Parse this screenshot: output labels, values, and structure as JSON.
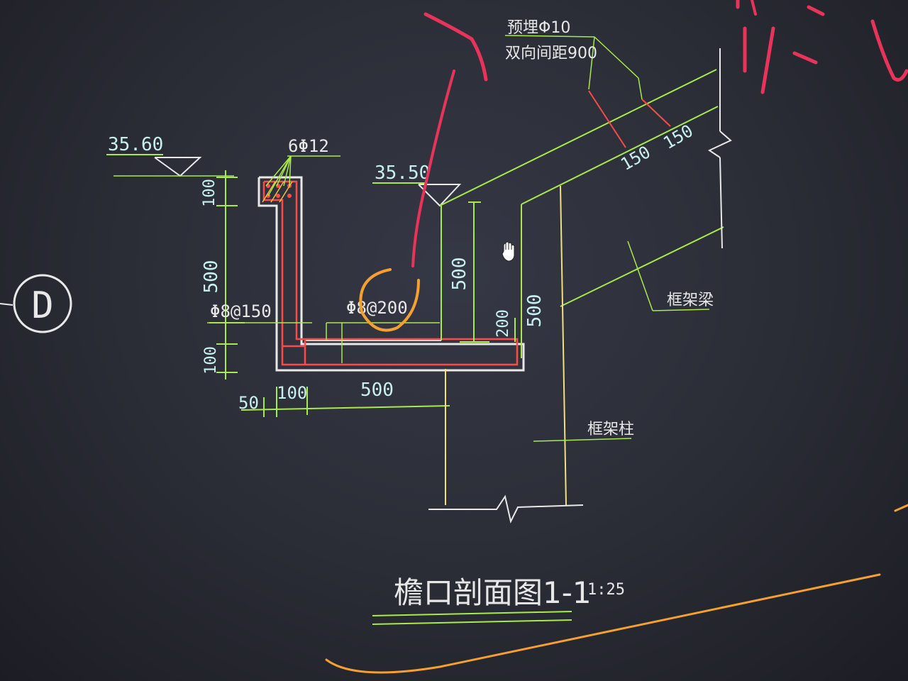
{
  "drawing": {
    "title": "檐口剖面图1-1",
    "scale": "1:25",
    "axis_label": "D",
    "elevations": {
      "left": "35.60",
      "right": "35.50"
    },
    "rebars": {
      "top": "6Φ12",
      "wall_stirrup": "Φ8@150",
      "bottom": "Φ8@200",
      "embedded_line1": "预埋Φ10",
      "embedded_line2": "双向间距900"
    },
    "dimensions": {
      "v_top": "100",
      "v_mid": "500",
      "v_bot": "100",
      "h_50": "50",
      "h_100": "100",
      "h_500": "500",
      "inner_500": "500",
      "inner_200": "200",
      "right_500": "500",
      "slope_150a": "150",
      "slope_150b": "150"
    },
    "labels": {
      "frame_beam": "框架梁",
      "frame_column": "框架柱"
    }
  },
  "colors": {
    "background": "#2b2d36",
    "white_line": "#e8e8e8",
    "green_line": "#a8ea4a",
    "cyan_text": "#c8f0f0",
    "red_rebar": "#ff4a4a",
    "yellow_line": "#f0e080",
    "annotation_red": "#e8345a",
    "annotation_orange": "#f5a030"
  }
}
